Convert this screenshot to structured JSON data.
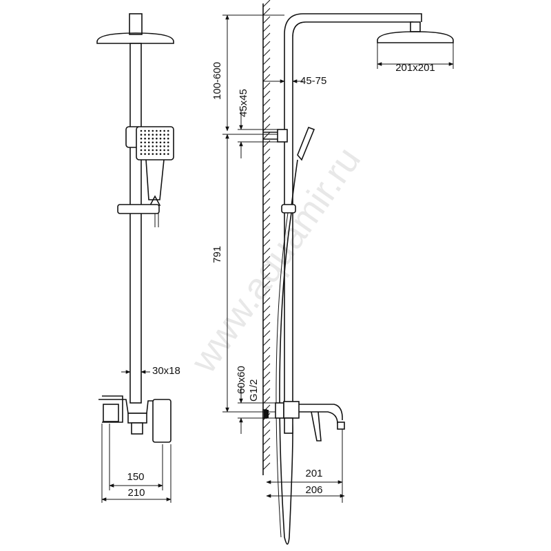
{
  "watermark": "www.aquamir.ru",
  "dimensions": {
    "head_size": "201x201",
    "wall_offset": "45-75",
    "top_height": "100-600",
    "bracket": "45x45",
    "rail": "791",
    "pipe": "30x18",
    "connection": "60x60",
    "thread": "G1/2",
    "spout": "201",
    "depth": "206",
    "centers": "150",
    "width": "210"
  }
}
